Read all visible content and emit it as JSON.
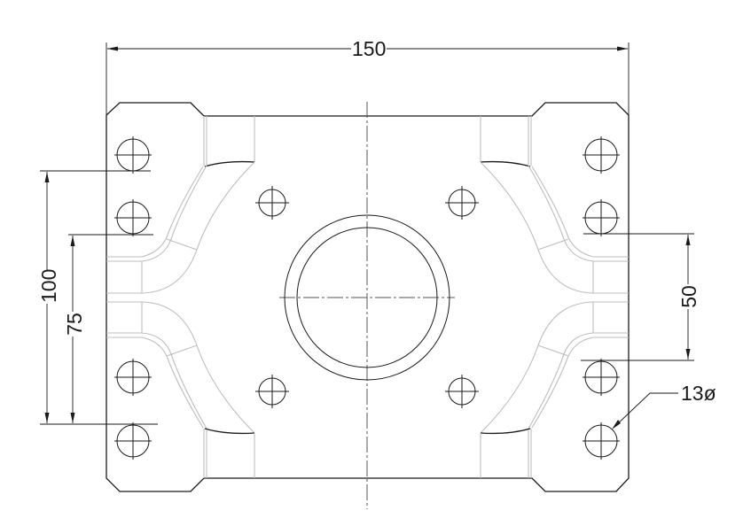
{
  "drawing": {
    "type": "mounting plate technical drawing (top view)",
    "colors": {
      "outline": "#1a1a1a",
      "hidden_edges": "#bdbdbd",
      "centerline": "#555555",
      "background": "#ffffff"
    },
    "dimensions": {
      "overall_width": {
        "label": "150",
        "orientation": "horizontal"
      },
      "outer_hole_spacing": {
        "label": "100",
        "orientation": "vertical",
        "side": "left"
      },
      "inner_hole_spacing": {
        "label": "75",
        "orientation": "vertical",
        "side": "left"
      },
      "center_hole_spacing": {
        "label": "50",
        "orientation": "vertical",
        "side": "right"
      },
      "hole_diameter": {
        "label": "13ø",
        "type": "leader"
      }
    },
    "features": {
      "corner_holes_per_side": 4,
      "inner_holes": 4,
      "central_bore": "double concentric circle"
    }
  }
}
